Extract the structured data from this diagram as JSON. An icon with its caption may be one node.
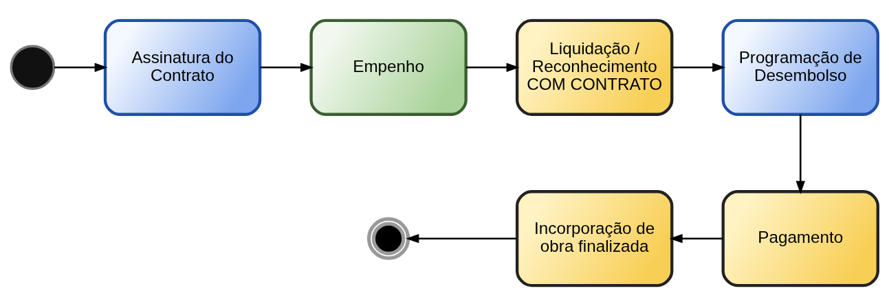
{
  "diagram": {
    "nodes": [
      {
        "text": [],
        "shape": "circle"
      },
      {
        "text": [
          "Assinatura do Contrato"
        ]
      },
      {
        "text": [
          "Empenho"
        ]
      },
      {
        "text": [
          "Liquidação / Reconhecimento COM CONTRATO"
        ]
      },
      {
        "text": [
          "Programação de Desembolso"
        ]
      },
      {
        "text": [
          "Pagamento"
        ]
      },
      {
        "text": [
          "Incorporação de obra finalizada"
        ]
      },
      {
        "text": [],
        "shape": "circle"
      }
    ],
    "edges": [
      {
        "from": 0,
        "to": 1,
        "arrow": "to"
      },
      {
        "from": 1,
        "to": 2,
        "arrow": "to"
      },
      {
        "from": 2,
        "to": 3,
        "arrow": "to"
      },
      {
        "from": 3,
        "to": 4,
        "arrow": "to"
      },
      {
        "from": 4,
        "to": 5,
        "arrow": "to"
      },
      {
        "from": 5,
        "to": 6,
        "arrow": "to"
      },
      {
        "from": 6,
        "to": 7,
        "arrow": "to"
      }
    ]
  }
}
